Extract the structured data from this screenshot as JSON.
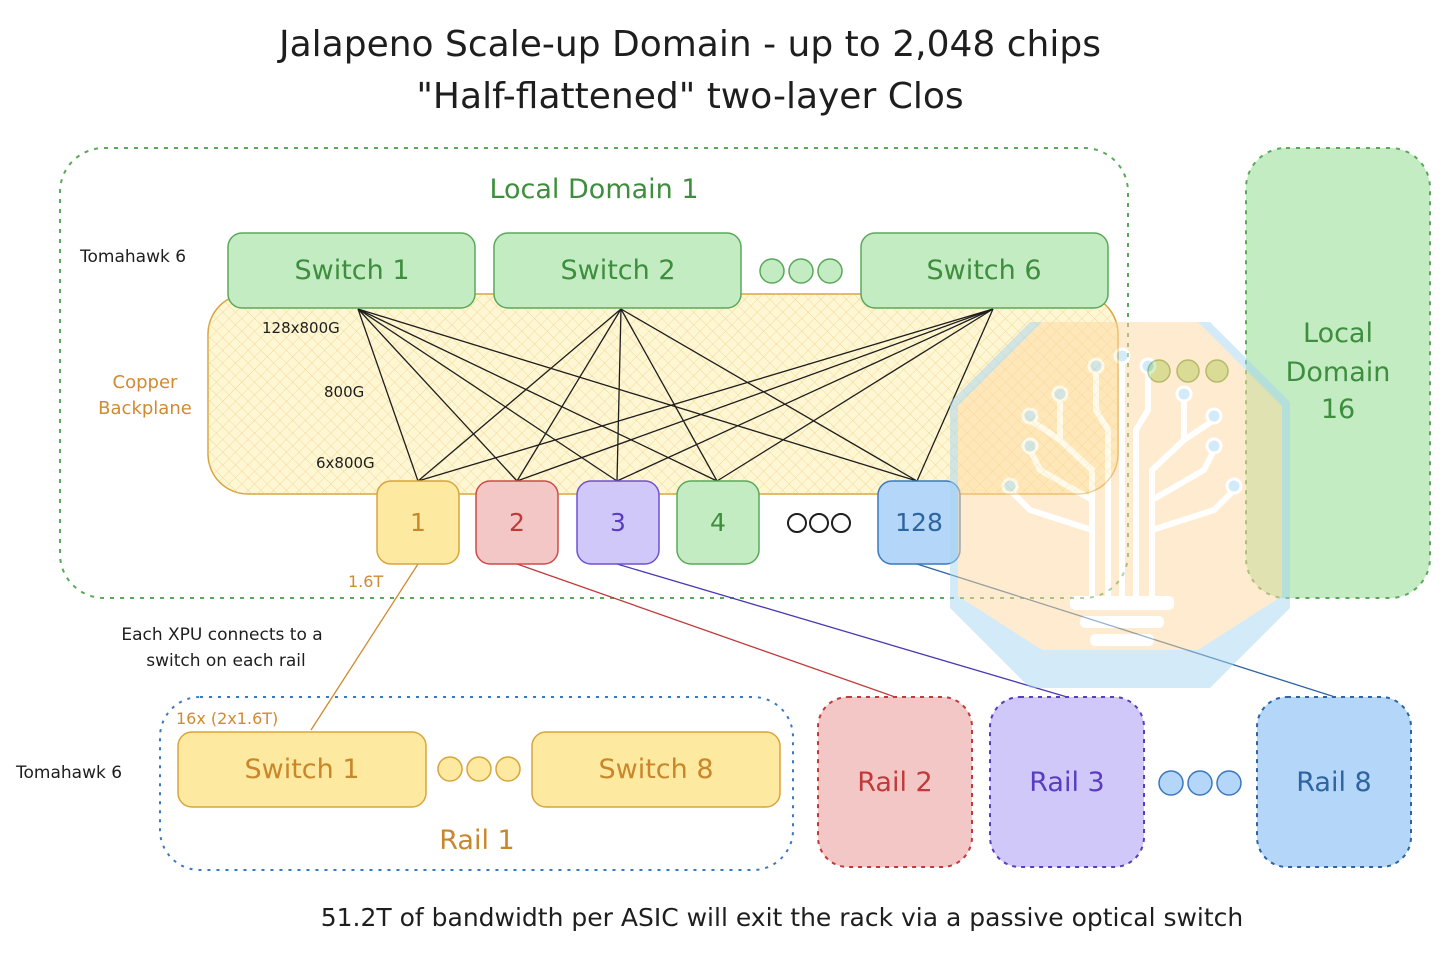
{
  "title": {
    "line1": "Jalapeno Scale-up Domain - up to 2,048 chips",
    "line2": "\"Half-flattened\" two-layer Clos"
  },
  "local_domain_1": {
    "label": "Local Domain 1",
    "switch_family": "Tomahawk 6",
    "switches": [
      "Switch 1",
      "Switch 2",
      "Switch 6"
    ],
    "backplane_label_1": "Copper",
    "backplane_label_2": "Backplane",
    "link_labels": [
      "128x800G",
      "800G",
      "6x800G"
    ],
    "xpus": [
      "1",
      "2",
      "3",
      "4",
      "128"
    ],
    "xpu_uplink": "1.6T"
  },
  "local_domain_16": {
    "line1": "Local",
    "line2": "Domain",
    "line3": "16"
  },
  "note": {
    "line1": "Each XPU connects to a",
    "line2": "switch on each rail"
  },
  "rail_1": {
    "label": "Rail 1",
    "switch_family": "Tomahawk 6",
    "capacity": "16x (2x1.6T)",
    "switches": [
      "Switch 1",
      "Switch 8"
    ]
  },
  "rails": [
    "Rail 2",
    "Rail 3",
    "Rail 8"
  ],
  "footer": "51.2T of bandwidth per ASIC will exit the rack via a passive optical switch",
  "colors": {
    "green": "#c3ecc3",
    "green_stroke": "#5aa85a",
    "yellow": "#fde9a0",
    "yellow_stroke": "#d7a53c",
    "red": "#f4c7c7",
    "red_stroke": "#d04a4a",
    "purple": "#d0c8f8",
    "purple_stroke": "#7050d0",
    "blue": "#b4d6f8",
    "blue_stroke": "#3a78c0",
    "orange_text": "#d08a30"
  },
  "watermark_icon": "lightbulb-circuit-icon"
}
